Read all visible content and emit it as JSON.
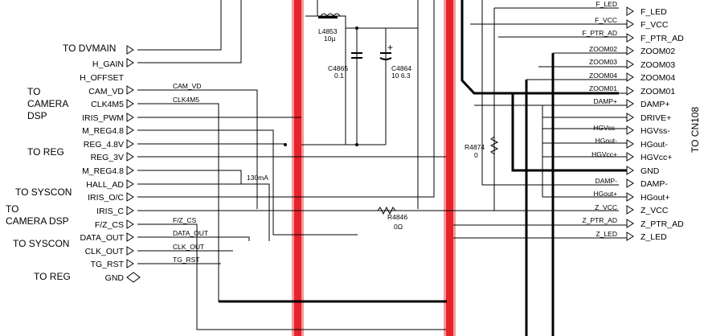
{
  "groups": {
    "to_dvmain": "TO DVMAIN",
    "to_camera_dsp_1": "TO",
    "to_camera_dsp_2": "CAMERA",
    "to_camera_dsp_3": "DSP",
    "to_reg": "TO REG",
    "to_syscon_1": "TO SYSCON",
    "to_camera_dsp_b": "TO",
    "to_camera_dsp_b2": "CAMERA DSP",
    "to_syscon_2": "TO SYSCON",
    "to_reg_2": "TO REG",
    "to_cn108": "TO CN108"
  },
  "left_signals": [
    "H_GAIN",
    "H_OFFSET",
    "CAM_VD",
    "CLK4M5",
    "IRIS_PWM",
    "M_REG4.8",
    "REG_4.8V",
    "REG_3V",
    "M_REG4.8",
    "HALL_AD",
    "IRIS_O/C",
    "IRIS_C",
    "F/Z_CS",
    "DATA_OUT",
    "CLK_OUT",
    "TG_RST",
    "GND"
  ],
  "left_nets": {
    "cam_vd": "CAM_VD",
    "clk4m5": "CLK4M5",
    "fz_cs": "F/Z_CS",
    "data_out": "DATA_OUT",
    "clk_out": "CLK_OUT",
    "tg_rst": "TG_RST",
    "current": "130mA"
  },
  "components": {
    "l4853_ref": "L4853",
    "l4853_val": "10µ",
    "c4865_ref": "C4865",
    "c4865_val": "0.1",
    "c4864_ref": "C4864",
    "c4864_val": "10  6.3",
    "c4864_pol": "+",
    "r4846_ref": "R4846",
    "r4846_val": "0Ω",
    "r4874_ref": "R4874",
    "r4874_val": "0"
  },
  "right_nets": [
    "F_LED",
    "F_VCC",
    "F_PTR_AD",
    "ZOOM02",
    "ZOOM03",
    "ZOOM04",
    "ZOOM01",
    "DAMP+",
    "HGVss-",
    "HGout-",
    "HGVcc+",
    "DAMP-",
    "HGout+",
    "Z_VCC",
    "Z_PTR_AD",
    "Z_LED"
  ],
  "right_signals": [
    "F_LED",
    "F_VCC",
    "F_PTR_AD",
    "ZOOM02",
    "ZOOM03",
    "ZOOM04",
    "ZOOM01",
    "DAMP+",
    "DRIVE+",
    "HGVss-",
    "HGout-",
    "HGVcc+",
    "GND",
    "DAMP-",
    "HGout+",
    "Z_VCC",
    "Z_PTR_AD",
    "Z_LED"
  ],
  "colors": {
    "bus_highlight": "#e8232a",
    "wire": "#000000",
    "background": "#ffffff"
  }
}
